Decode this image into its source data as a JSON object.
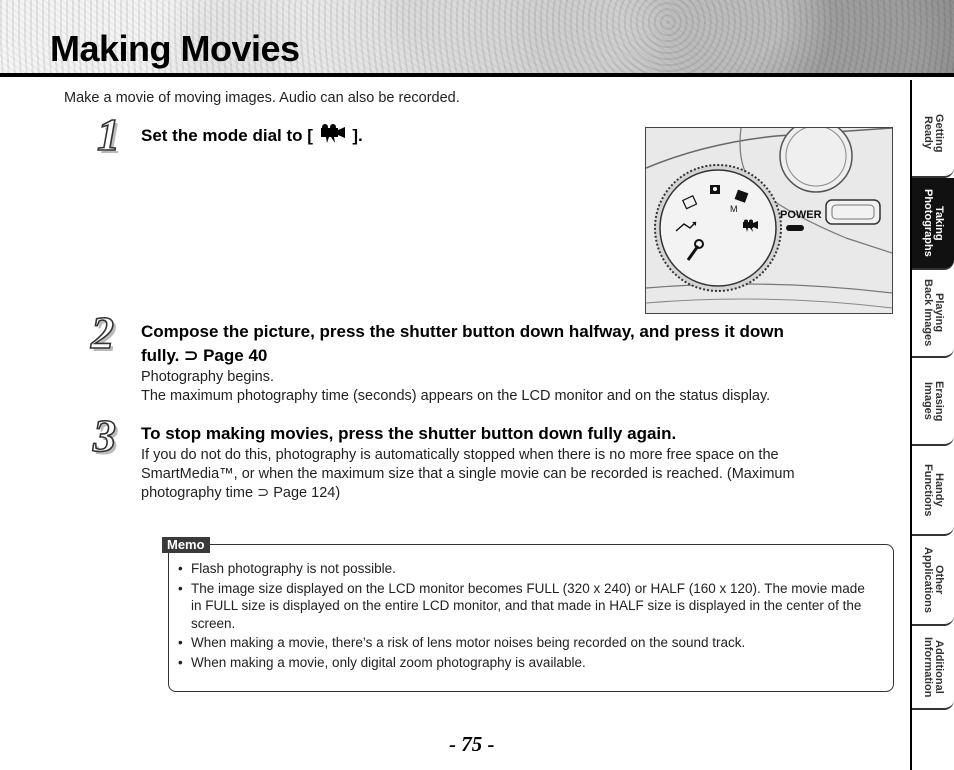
{
  "header": {
    "title": "Making Movies"
  },
  "intro": "Make a movie of moving images. Audio can also be recorded.",
  "steps": [
    {
      "number": "1",
      "title_before": "Set the mode dial to [",
      "title_after": "]."
    },
    {
      "number": "2",
      "title_line1": "Compose the picture, press the shutter button down halfway, and press it down",
      "title_line2": "fully. ⊃ Page 40",
      "body_line1": "Photography begins.",
      "body_line2": "The maximum photography time (seconds) appears on the LCD monitor and on the status display."
    },
    {
      "number": "3",
      "title": "To stop making movies, press the shutter button down fully again.",
      "body_line1": "If you do not do this, photography is automatically stopped when there is no more free space on the",
      "body_line2": "SmartMedia™, or when the maximum size that a single movie can be recorded is reached. (Maximum",
      "body_line3": "photography time ⊃ Page 124)"
    }
  ],
  "figure": {
    "power_label": "POWER",
    "m_label": "M"
  },
  "memo": {
    "tag": "Memo",
    "items": [
      "Flash photography is not possible.",
      "The image size displayed on the LCD monitor becomes FULL (320 x 240) or HALF (160 x 120). The movie made in FULL size is displayed on the entire LCD monitor, and that made in HALF size is displayed in the center of the screen.",
      "When making a movie, there’s a risk of lens motor noises being recorded on the sound track.",
      "When making a movie, only digital zoom photography is available."
    ]
  },
  "page_number": "- 75 -",
  "side_tabs": [
    {
      "label": "Getting\nReady",
      "active": false
    },
    {
      "label": "Taking\nPhotographs",
      "active": true
    },
    {
      "label": "Playing\nBack Images",
      "active": false
    },
    {
      "label": "Erasing\nImages",
      "active": false
    },
    {
      "label": "Handy\nFunctions",
      "active": false
    },
    {
      "label": "Other\nApplications",
      "active": false
    },
    {
      "label": "Additional\nInformation",
      "active": false
    }
  ]
}
